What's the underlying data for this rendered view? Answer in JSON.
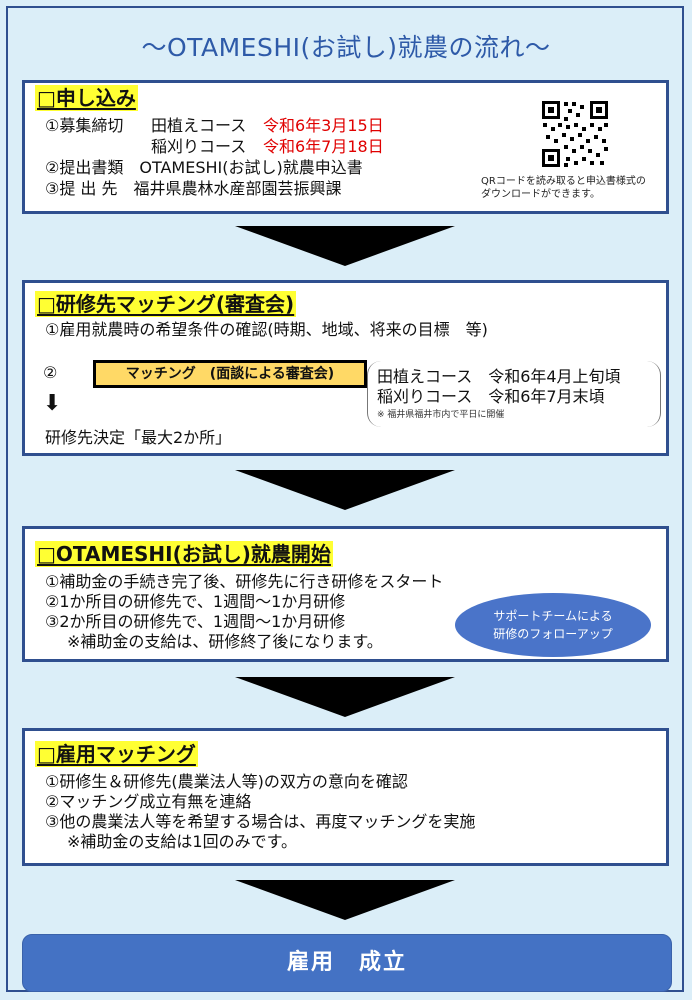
{
  "title": "～OTAMESHI(お試し)就農の流れ～",
  "section1": {
    "header": "□申し込み",
    "deadline_label": "①募集締切",
    "course1_name": "田植えコース",
    "course1_date": "令和6年3月15日",
    "course2_name": "稲刈りコース",
    "course2_date": "令和6年7月18日",
    "documents": "②提出書類　OTAMESHI(お試し)就農申込書",
    "destination": "③提 出 先　福井県農林水産部園芸振興課",
    "qr_note_1": "QRコードを読み取ると申込書様式の",
    "qr_note_2": "ダウンロードができます。"
  },
  "section2": {
    "header": "□研修先マッチング(審査会)",
    "item1": "①雇用就農時の希望条件の確認(時期、地域、将来の目標　等)",
    "item2_num": "②",
    "matching_button": "マッチング　(面談による審査会)",
    "schedule1": "田植えコース　令和6年4月上旬頃",
    "schedule2": "稲刈りコース　令和6年7月末頃",
    "schedule_note": "※ 福井県福井市内で平日に開催",
    "decision": "研修先決定「最大2か所」"
  },
  "section3": {
    "header": "□OTAMESHI(お試し)就農開始",
    "item1": "①補助金の手続き完了後、研修先に行き研修をスタート",
    "item2": "②1か所目の研修先で、1週間～1か月研修",
    "item3": "③2か所目の研修先で、1週間～1か月研修",
    "note": "※補助金の支給は、研修終了後になります。",
    "support_line1": "サポートチームによる",
    "support_line2": "研修のフォローアップ"
  },
  "section4": {
    "header": "□雇用マッチング",
    "item1": "①研修生＆研修先(農業法人等)の双方の意向を確認",
    "item2": "②マッチング成立有無を連絡",
    "item3": "③他の農業法人等を希望する場合は、再度マッチングを実施",
    "note": "※補助金の支給は1回のみです。"
  },
  "final_button": "雇用　成立",
  "colors": {
    "background": "#dbeef8",
    "border": "#2f4f8f",
    "title": "#2e5aa8",
    "highlight": "#ffff33",
    "deadline": "#e00000",
    "final": "#4472c4"
  }
}
